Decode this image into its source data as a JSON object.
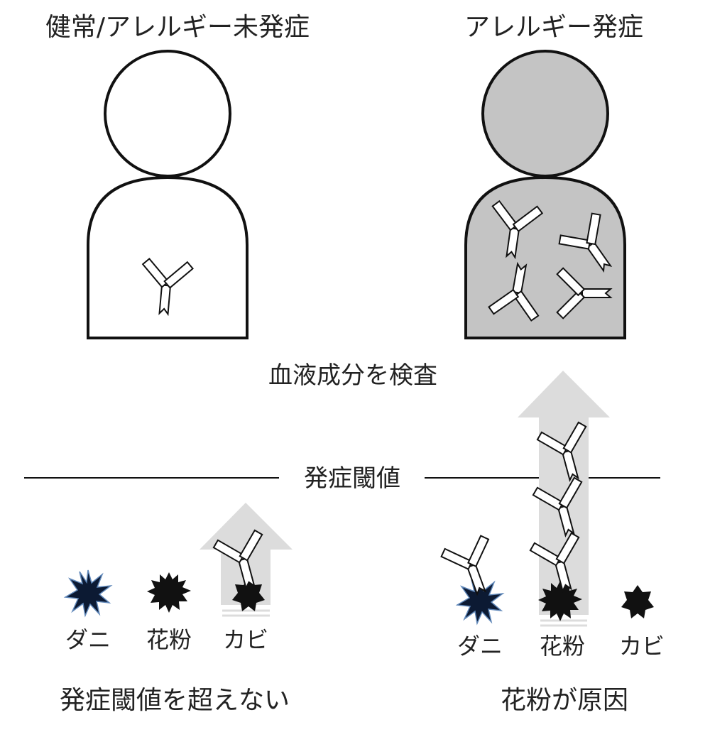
{
  "panels": {
    "left": {
      "title": "健常/アレルギー未発症",
      "allergens": [
        {
          "icon": "dust-mite-icon",
          "label": "ダニ"
        },
        {
          "icon": "pollen-icon",
          "label": "花粉"
        },
        {
          "icon": "mold-icon",
          "label": "カビ"
        }
      ],
      "caption": "発症閾値を超えない"
    },
    "right": {
      "title": "アレルギー発症",
      "allergens": [
        {
          "icon": "dust-mite-icon",
          "label": "ダニ"
        },
        {
          "icon": "pollen-icon",
          "label": "花粉"
        },
        {
          "icon": "mold-icon",
          "label": "カビ"
        }
      ],
      "caption": "花粉が原因"
    }
  },
  "center": {
    "test_label": "血液成分を検査",
    "threshold_label": "発症閾値"
  },
  "colors": {
    "body_healthy": "#ffffff",
    "body_allergic": "#c4c4c4",
    "arrow": "#dcdcdc",
    "outline": "#111111",
    "mite": "#14233c"
  }
}
